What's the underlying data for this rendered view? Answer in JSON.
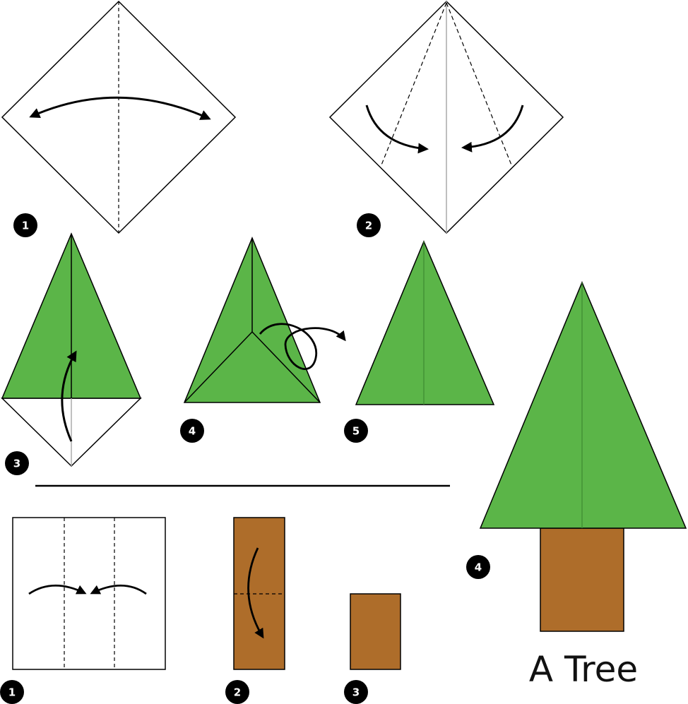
{
  "title": "A Tree",
  "colors": {
    "green": "#5bb548",
    "brown": "#ae6d2a",
    "line": "#000000",
    "badge": "#000000"
  },
  "top_section": {
    "steps": [
      {
        "number": "1"
      },
      {
        "number": "2"
      },
      {
        "number": "3"
      },
      {
        "number": "4"
      },
      {
        "number": "5"
      }
    ]
  },
  "bottom_section": {
    "steps": [
      {
        "number": "1"
      },
      {
        "number": "2"
      },
      {
        "number": "3"
      }
    ]
  },
  "final": {
    "number": "4"
  }
}
